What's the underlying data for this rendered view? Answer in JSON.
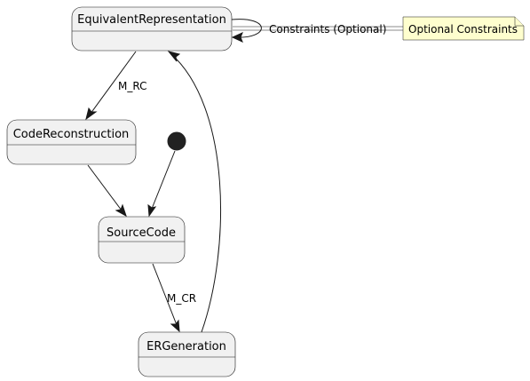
{
  "states": {
    "equivalent_representation": "EquivalentRepresentation",
    "code_reconstruction": "CodeReconstruction",
    "source_code": "SourceCode",
    "er_generation": "ERGeneration"
  },
  "transitions": {
    "self_loop": "Constraints (Optional)",
    "er_to_cr": "M_RC",
    "sc_to_erg": "M_CR"
  },
  "note": {
    "text": "Optional Constraints"
  },
  "colors": {
    "state_fill": "#f1f1f1",
    "stroke": "#181818",
    "note_fill": "#fefece",
    "initial_fill": "#222222"
  }
}
